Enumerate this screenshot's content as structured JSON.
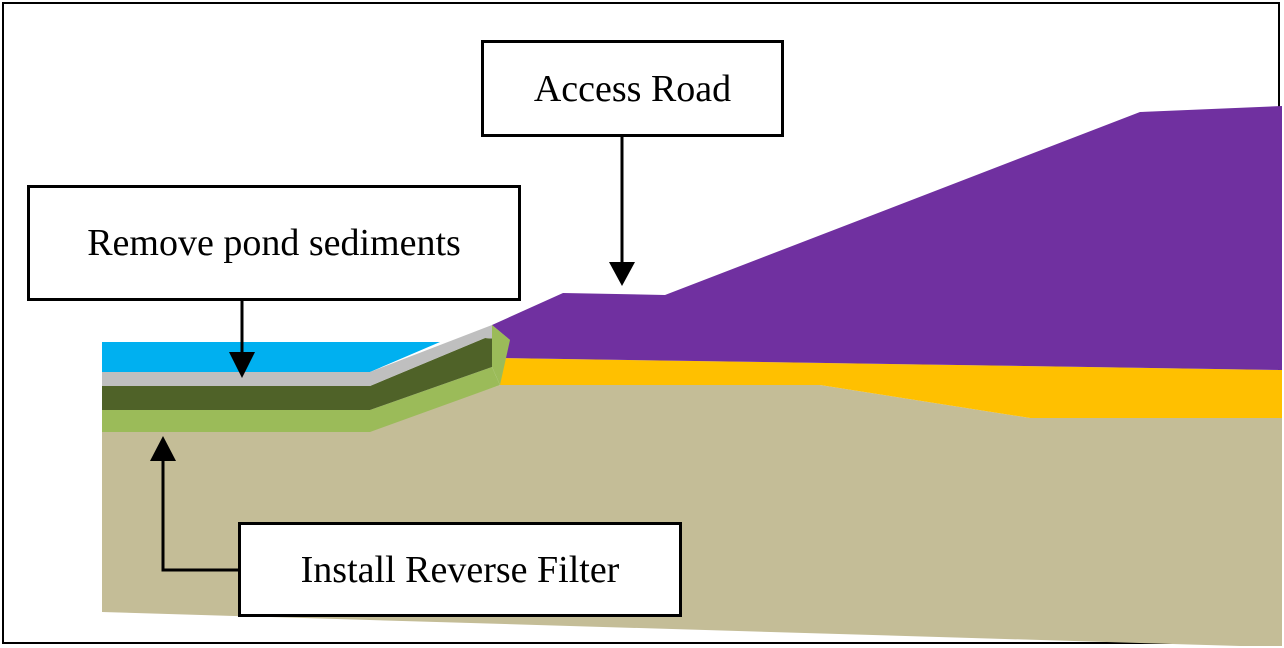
{
  "labels": {
    "access_road": "Access Road",
    "remove_sediments": "Remove pond sediments",
    "reverse_filter": "Install Reverse Filter"
  },
  "colors": {
    "dam_body": "#7030A0",
    "foundation_layer": "#FFC000",
    "ground": "#C4BD97",
    "water": "#00B0F0",
    "sediment": "#BFBFBF",
    "dark_layer": "#4F6228",
    "filter": "#9BBB59"
  }
}
